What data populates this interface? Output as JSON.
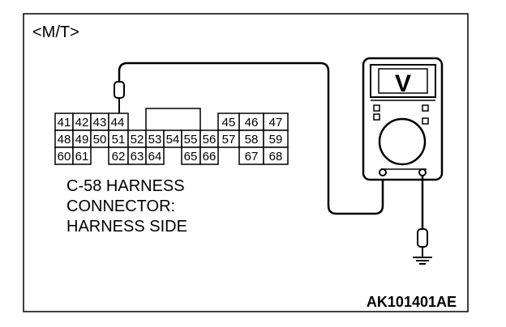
{
  "variant_label": "<M/T>",
  "connector": {
    "title_lines": [
      "C-58 HARNESS",
      "CONNECTOR:",
      "HARNESS SIDE"
    ],
    "row1": [
      "41",
      "42",
      "43",
      "44",
      "45",
      "46",
      "47"
    ],
    "row2": [
      "48",
      "49",
      "50",
      "51",
      "52",
      "53",
      "54",
      "55",
      "56",
      "57",
      "58",
      "59"
    ],
    "row3": [
      "60",
      "61",
      "62",
      "63",
      "64",
      "65",
      "66",
      "67",
      "68"
    ]
  },
  "meter": {
    "mode_symbol": "V"
  },
  "figure_id": "AK101401AE"
}
